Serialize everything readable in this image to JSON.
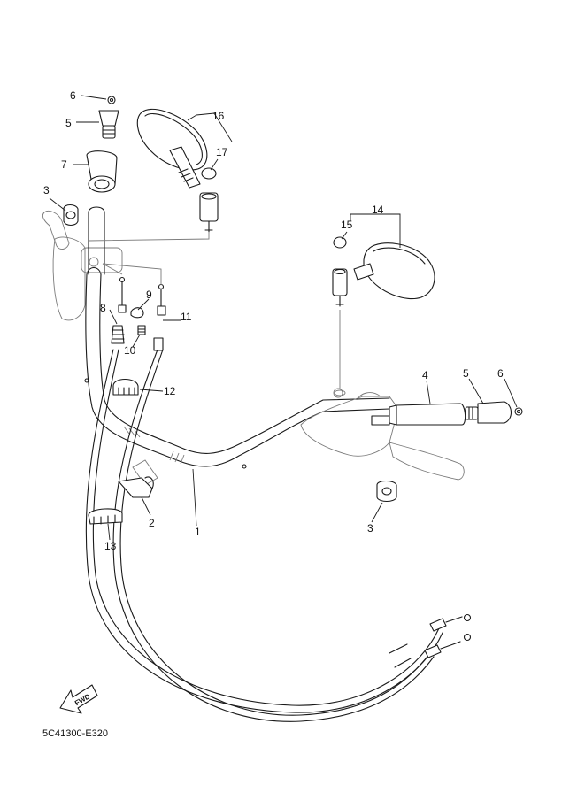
{
  "diagram": {
    "callouts": {
      "c1": "1",
      "c2": "2",
      "c3_left": "3",
      "c3_right": "3",
      "c4": "4",
      "c5_left": "5",
      "c5_right": "5",
      "c6_left": "6",
      "c6_right": "6",
      "c7": "7",
      "c8": "8",
      "c9": "9",
      "c10": "10",
      "c11": "11",
      "c12": "12",
      "c13": "13",
      "c14": "14",
      "c15": "15",
      "c16": "16",
      "c17": "17"
    },
    "fwd_label": "FWD",
    "catalog_code": "5C41300-E320"
  }
}
